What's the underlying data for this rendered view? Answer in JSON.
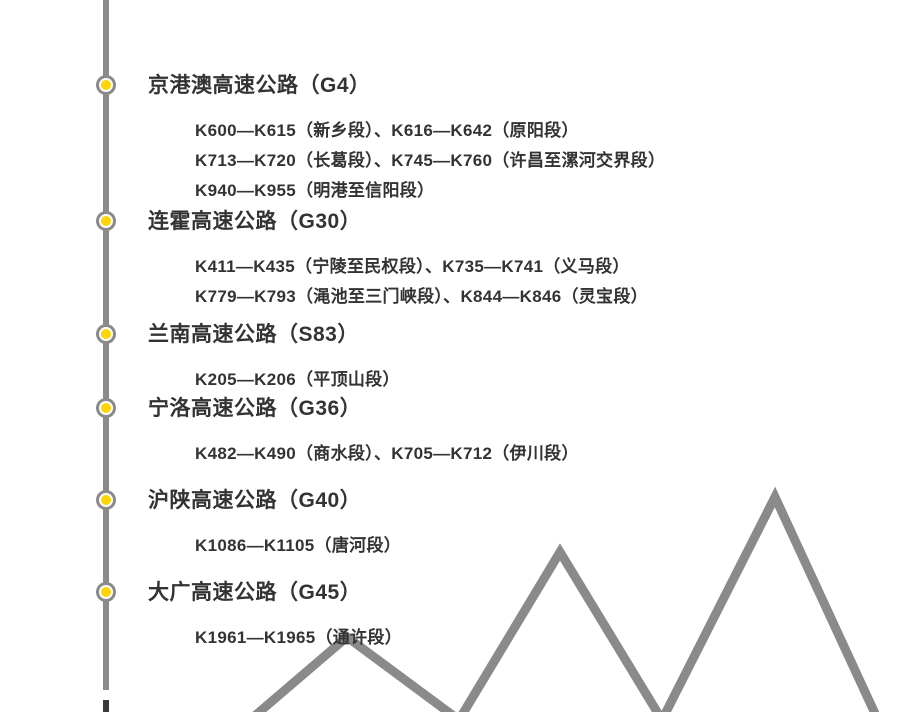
{
  "colors": {
    "timeline_gray": "#8a8a8a",
    "bullet_yellow": "#ffd400",
    "text_dark": "#333333"
  },
  "sections": [
    {
      "title": "京港澳高速公路（G4）",
      "lines": [
        "K600—K615（新乡段）、K616—K642（原阳段）",
        "K713—K720（长葛段）、K745—K760（许昌至漯河交界段）",
        "K940—K955（明港至信阳段）"
      ]
    },
    {
      "title": "连霍高速公路（G30）",
      "lines": [
        "K411—K435（宁陵至民权段）、K735—K741（义马段）",
        "K779—K793（渑池至三门峡段）、K844—K846（灵宝段）"
      ]
    },
    {
      "title": "兰南高速公路（S83）",
      "lines": [
        "K205—K206（平顶山段）"
      ]
    },
    {
      "title": "宁洛高速公路（G36）",
      "lines": [
        "K482—K490（商水段）、K705—K712（伊川段）"
      ]
    },
    {
      "title": "沪陕高速公路（G40）",
      "lines": [
        "K1086—K1105（唐河段）"
      ]
    },
    {
      "title": "大广高速公路（G45）",
      "lines": [
        "K1961—K1965（通许段）"
      ]
    }
  ]
}
